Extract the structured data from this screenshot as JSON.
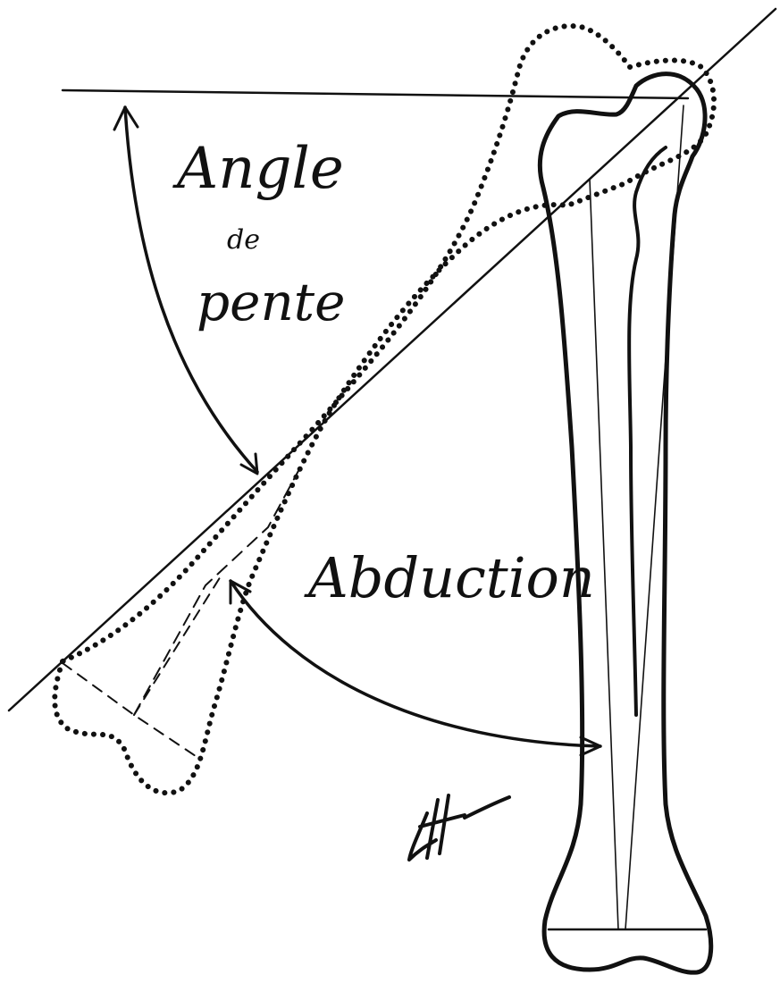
{
  "labels": {
    "angle": "Angle",
    "de": "de",
    "pente": "pente",
    "abduction": "Abduction"
  },
  "colors": {
    "ink": "#111111",
    "paper": "#ffffff"
  }
}
